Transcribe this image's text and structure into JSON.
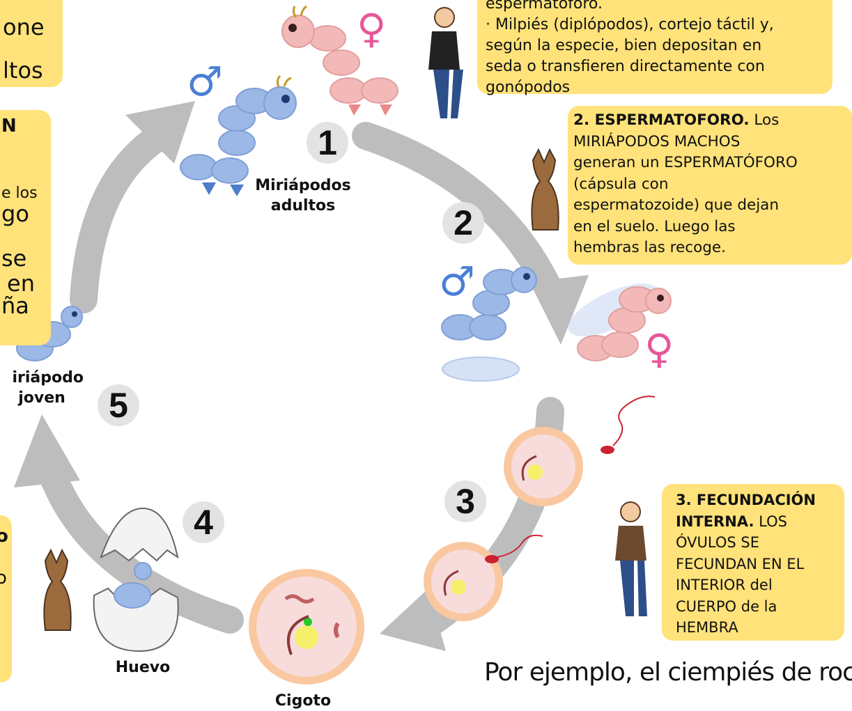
{
  "top_note": {
    "cut_line": "espermatóforo.",
    "lines": [
      "· Milpiés (diplópodos), cortejo táctil y,",
      "según la especie, bien depositan en",
      "seda o transfieren directamente con",
      "gonópodos"
    ]
  },
  "left_top_note": {
    "frag_1": "one",
    "frag_2": "ltos"
  },
  "left_mid_note": {
    "frag_1": "N",
    "frag_2": "e los",
    "frag_3": "go",
    "frag_4": "se",
    "frag_5": "en",
    "frag_6": "ña"
  },
  "left_bottom_note": {
    "frag_1": "o",
    "frag_2": "o"
  },
  "step2_note": {
    "heading": "2. ESPERMATOFORO.",
    "lines": [
      " Los",
      "MIRIÁPODOS MACHOS",
      "generan un ESPERMATÓFORO",
      "(cápsula con",
      "espermatozoide) que dejan",
      "en el suelo. Luego las",
      "hembras las recoge."
    ]
  },
  "step3_note": {
    "heading_1": "3. FECUNDACIÓN",
    "heading_2": "INTERNA.",
    "lines": [
      " LOS",
      "ÓVULOS SE",
      "FECUNDAN EN EL",
      "INTERIOR del",
      "CUERPO de la",
      "HEMBRA"
    ]
  },
  "labels": {
    "adults_1": "Miriápodos",
    "adults_2": "adultos",
    "young_1": "iriápodo",
    "young_2": "joven",
    "egg": "Huevo",
    "zygote": "Cigoto"
  },
  "steps": [
    "1",
    "2",
    "3",
    "4",
    "5"
  ],
  "footer": "Por ejemplo, el ciempiés de roca",
  "symbols": {
    "male": "♂",
    "female": "♀"
  },
  "colors": {
    "note": "#ffe27a",
    "arrow": "#bdbdbd",
    "male_body": "#9bb8e6",
    "female_body": "#f3b9b9",
    "cell_outer": "#f9c8a0",
    "cell_inner": "#f8dcdc",
    "nucleus": "#f4f06a",
    "sperm": "#cc2233"
  }
}
